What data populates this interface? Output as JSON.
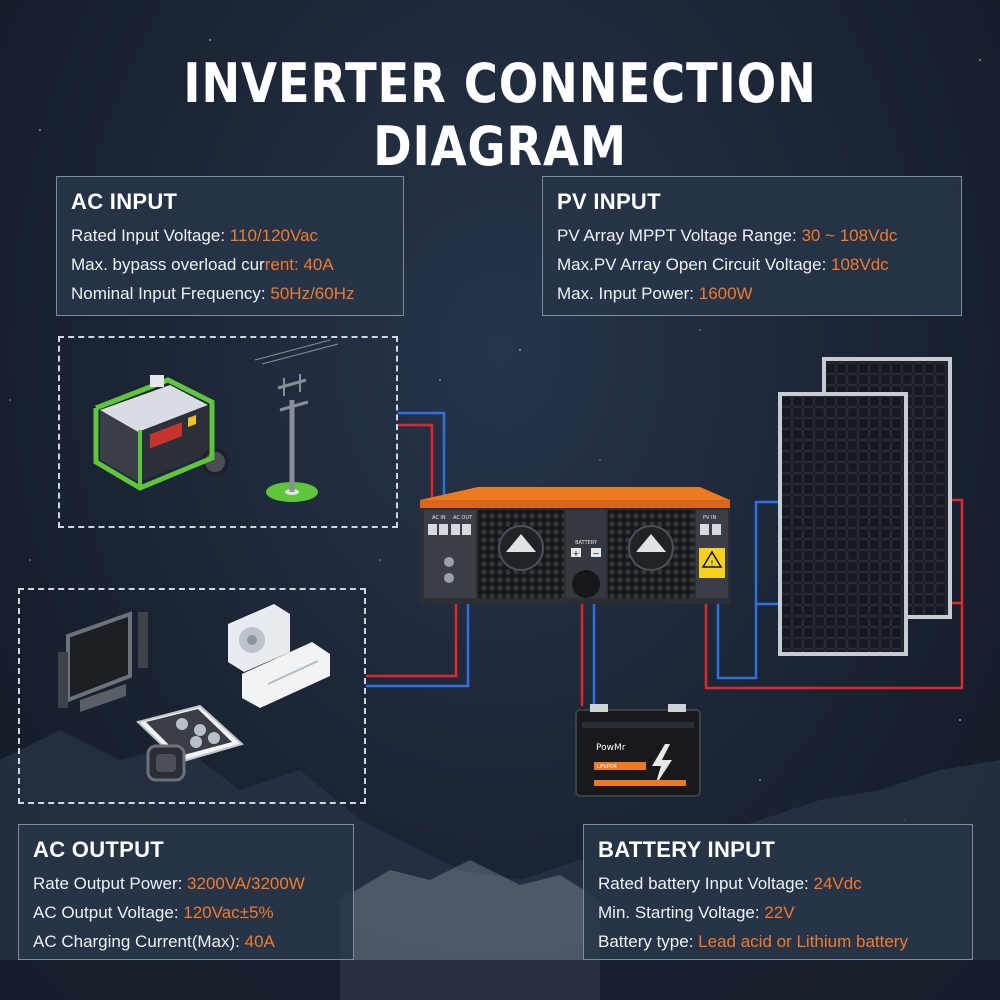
{
  "title": "INVERTER CONNECTION DIAGRAM",
  "colors": {
    "accent_value": "#f07c2b",
    "inverter_orange": "#ef7a1d",
    "wire_red": "#e2262b",
    "wire_blue": "#2f6fe0",
    "generator_green": "#5fc53a"
  },
  "ac_input": {
    "heading": "AC INPUT",
    "rows": [
      {
        "label": "Rated Input Voltage: ",
        "value": "110/120Vac"
      },
      {
        "label": "Max. bypass overload cur",
        "value": "rent: 40A"
      },
      {
        "label": "Nominal Input Frequency: ",
        "value": "50Hz/60Hz"
      }
    ]
  },
  "pv_input": {
    "heading": "PV INPUT",
    "rows": [
      {
        "label": "PV Array MPPT Voltage Range: ",
        "value": "30 ~ 108Vdc"
      },
      {
        "label": "Max.PV Array Open Circuit Voltage: ",
        "value": "108Vdc"
      },
      {
        "label": "Max. Input Power: ",
        "value": "1600W"
      }
    ]
  },
  "ac_output": {
    "heading": "AC OUTPUT",
    "rows": [
      {
        "label": "Rate Output Power: ",
        "value": "3200VA/3200W"
      },
      {
        "label": "AC Output Voltage: ",
        "value": "120Vac±5%"
      },
      {
        "label": "AC Charging Current(Max): ",
        "value": "40A"
      }
    ]
  },
  "battery_input": {
    "heading": "BATTERY INPUT",
    "rows": [
      {
        "label": "Rated battery Input Voltage: ",
        "value": "24Vdc"
      },
      {
        "label": "Min. Starting Voltage: ",
        "value": "22V"
      },
      {
        "label": "Battery type: ",
        "value": "Lead acid or Lithium battery"
      }
    ]
  },
  "inverter": {
    "terminal_ac_in": "AC IN",
    "terminal_ac_out": "AC OUT",
    "terminal_pv": "PV IN",
    "battery_label": "BATTERY",
    "plus": "+",
    "minus": "−"
  },
  "battery": {
    "brand": "PowMr",
    "chem": "LiFePO4"
  },
  "icons": [
    "generator-icon",
    "utility-pole-icon",
    "tv-icon",
    "air-conditioner-icon",
    "smartphone-icon",
    "smartwatch-icon",
    "solar-panel-icon",
    "battery-icon",
    "inverter-icon",
    "warning-icon"
  ]
}
